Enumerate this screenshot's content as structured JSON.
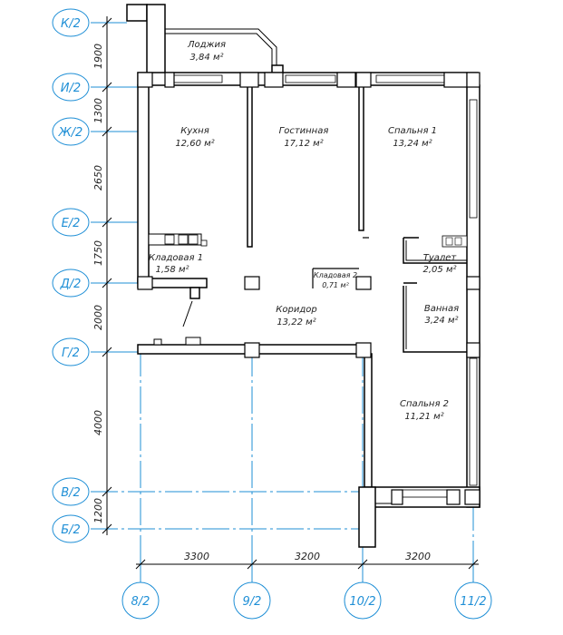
{
  "axes": {
    "rows": [
      "К/2",
      "И/2",
      "Ж/2",
      "Е/2",
      "Д/2",
      "Г/2",
      "В/2",
      "Б/2"
    ],
    "cols": [
      "8/2",
      "9/2",
      "10/2",
      "11/2"
    ]
  },
  "dims": {
    "vertical": [
      "1900",
      "1300",
      "2650",
      "1750",
      "2000",
      "4000",
      "1200"
    ],
    "horizontal": [
      "3300",
      "3200",
      "3200"
    ]
  },
  "rooms": [
    {
      "name": "Лоджия",
      "area": "3,84 м²"
    },
    {
      "name": "Кухня",
      "area": "12,60 м²"
    },
    {
      "name": "Гостинная",
      "area": "17,12 м²"
    },
    {
      "name": "Спальня 1",
      "area": "13,24 м²"
    },
    {
      "name": "Кладовая 1",
      "area": "1,58 м²"
    },
    {
      "name": "Кладовая 2",
      "area": "0,71 м²"
    },
    {
      "name": "Туалет",
      "area": "2,05 м²"
    },
    {
      "name": "Ванная",
      "area": "3,24 м²"
    },
    {
      "name": "Коридор",
      "area": "13,22 м²"
    },
    {
      "name": "Спальня 2",
      "area": "11,21 м²"
    }
  ]
}
